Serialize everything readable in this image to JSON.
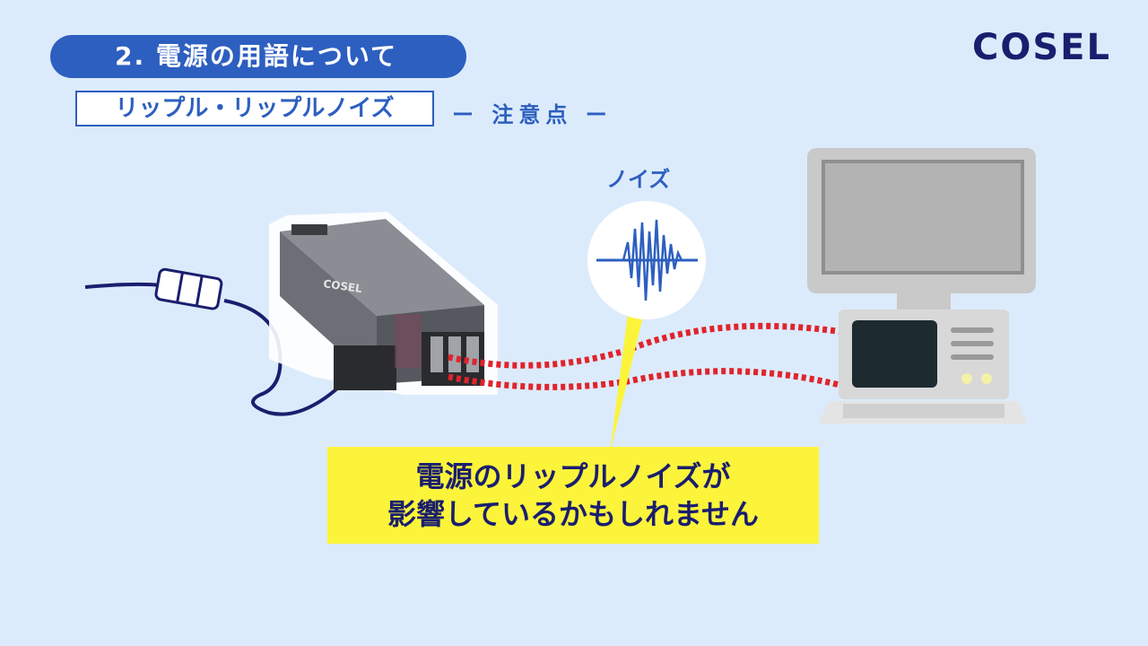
{
  "header": {
    "section_title": "2. 電源の用語について",
    "term": "リップル・リップルノイズ",
    "subtitle": "ー 注意点 ー",
    "logo": "COSEL"
  },
  "noise_label": "ノイズ",
  "callout": {
    "line1": "電源のリップルノイズが",
    "line2": "影響しているかもしれません"
  },
  "colors": {
    "background": "#dcebfb",
    "accent_blue": "#2d5fc0",
    "navy": "#1a1e6e",
    "callout_yellow": "#fcf43a",
    "noise_red": "#e0242c"
  },
  "icons": [
    "plug-icon",
    "power-supply-icon",
    "noise-waveform-icon",
    "computer-icon"
  ]
}
